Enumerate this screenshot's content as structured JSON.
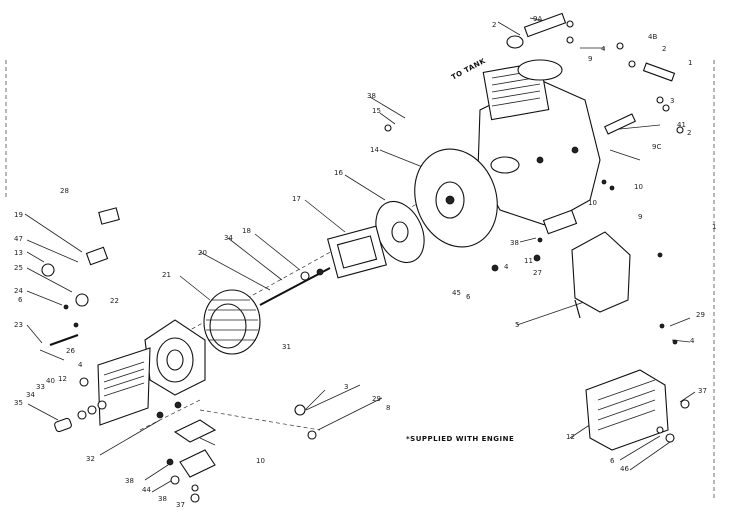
{
  "diagram": {
    "note_supplied": "*SUPPLIED WITH ENGINE",
    "note_to_tank": "TO TANK",
    "labels": [
      "28",
      "19",
      "47",
      "13",
      "25",
      "24",
      "6",
      "23",
      "26",
      "4",
      "33",
      "40",
      "12",
      "34",
      "35",
      "32",
      "38",
      "44",
      "37",
      "38",
      "10",
      "21",
      "20",
      "34",
      "18",
      "17",
      "16",
      "14",
      "15",
      "38",
      "31",
      "3",
      "29",
      "8",
      "9A",
      "2",
      "4",
      "4B",
      "2",
      "9",
      "1",
      "3",
      "41",
      "2",
      "9C",
      "10",
      "10",
      "9",
      "1",
      "38",
      "4",
      "11",
      "27",
      "45",
      "6",
      "5",
      "29",
      "4",
      "12",
      "37",
      "6",
      "46",
      "22"
    ]
  }
}
